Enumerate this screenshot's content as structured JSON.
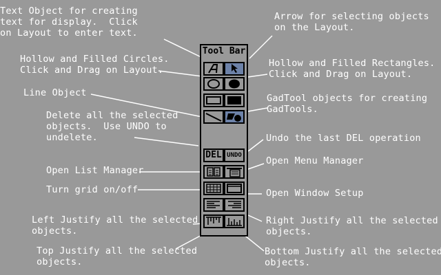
{
  "toolbar": {
    "title": "Tool Bar"
  },
  "buttons": {
    "delete_label": "DEL",
    "undo_label": "UNDO"
  },
  "labels": {
    "text_object": "Text Object for creating\ntext for display.  Click\non Layout to enter text.",
    "arrow": "Arrow for selecting objects\non the Layout.",
    "circles": "Hollow and Filled Circles.\nClick and Drag on Layout.",
    "rectangles": "Hollow and Filled Rectangles.\nClick and Drag on Layout.",
    "line_object": "Line Object",
    "gadtool": "GadTool objects for creating\nGadTools.",
    "delete_all": "Delete all the selected\nobjects.  Use UNDO to\nundelete.",
    "undo_del": "Undo the last DEL operation",
    "list_manager": "Open List Manager",
    "menu_manager": "Open Menu Manager",
    "grid": "Turn grid on/off",
    "window_setup": "Open Window Setup",
    "left_justify": "Left Justify all the selected\nobjects.",
    "right_justify": "Right Justify all the selected\nobjects.",
    "top_justify": "Top Justify all the selected\nobjects.",
    "bottom_justify": "Bottom Justify all the selected\nobjects."
  },
  "colors": {
    "background": "#999999",
    "selected": "#6d82a8",
    "text": "#ffffff"
  }
}
